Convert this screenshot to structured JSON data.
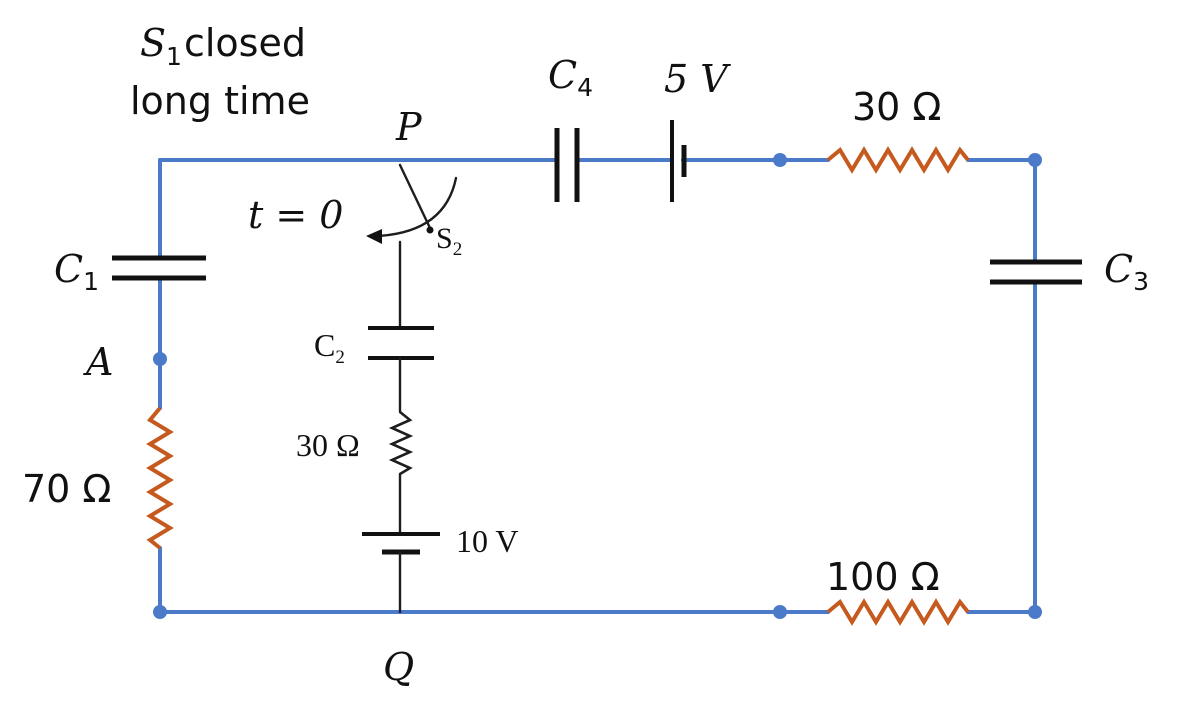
{
  "annotation": {
    "line1_symbol": "S",
    "line1_subscript": "1",
    "line1_text": "closed",
    "line2_text": "long time"
  },
  "nodes": {
    "P": "P",
    "Q": "Q",
    "A": "A"
  },
  "switch": {
    "time_label": "t = 0",
    "label": "S",
    "label_subscript": "2"
  },
  "components": {
    "C1": {
      "symbol": "C",
      "subscript": "1"
    },
    "C2": {
      "symbol": "C",
      "subscript": "2"
    },
    "C3": {
      "symbol": "C",
      "subscript": "3"
    },
    "C4": {
      "symbol": "C",
      "subscript": "4"
    },
    "battery_top": {
      "label": "5 V"
    },
    "battery_middle": {
      "label": "10 V"
    },
    "R_top": {
      "label": "30 Ω"
    },
    "R_bottom": {
      "label": "100 Ω"
    },
    "R_left": {
      "label": "70 Ω"
    },
    "R_middle": {
      "label": "30 Ω"
    }
  },
  "colors": {
    "wire_outer": "#4a7ac8",
    "wire_inner": "#1e1e1e",
    "resistor_outer": "#c65a1e",
    "node_dot": "#4a7ac8"
  }
}
